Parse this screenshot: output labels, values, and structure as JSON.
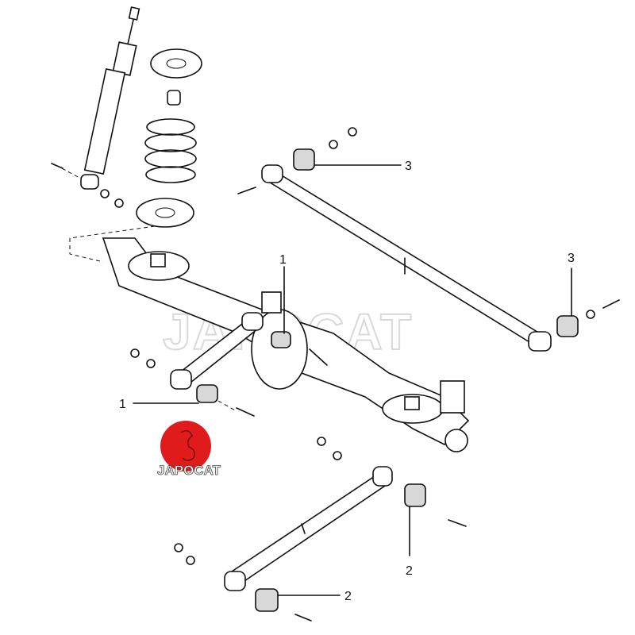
{
  "diagram": {
    "watermark": "JAPOCAT",
    "logo": {
      "text": "JAPOCAT",
      "color": "#e01b1b"
    },
    "callouts": [
      {
        "id": "1a",
        "label": "1"
      },
      {
        "id": "1b",
        "label": "1"
      },
      {
        "id": "2a",
        "label": "2"
      },
      {
        "id": "2b",
        "label": "2"
      },
      {
        "id": "3a",
        "label": "3"
      },
      {
        "id": "3b",
        "label": "3"
      }
    ]
  }
}
